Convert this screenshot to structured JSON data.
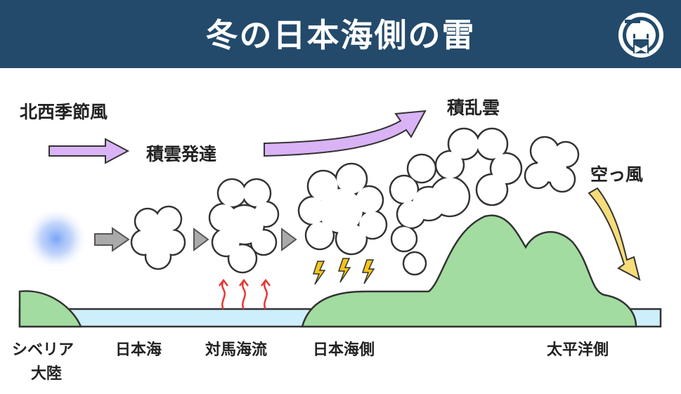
{
  "header": {
    "title": "冬の日本海側の雷",
    "logo_icon": "mascot-bowtie-icon"
  },
  "labels": {
    "monsoon": "北西季節風",
    "cumulus": "積雲発達",
    "cumulonimbus": "積乱雲",
    "karakkaze": "空っ風"
  },
  "places": {
    "siberia_1": "シベリア",
    "siberia_2": "大陸",
    "sea": "日本海",
    "current": "対馬海流",
    "sea_side": "日本海側",
    "pacific_side": "太平洋側"
  },
  "colors": {
    "header": "#234a6b",
    "land": "#a2dca0",
    "sea": "#cdeefb",
    "wind": "#d9b3f5",
    "dry_wind": "#f7dc7a",
    "bolt": "#f5c518",
    "heat": "#e53935"
  }
}
